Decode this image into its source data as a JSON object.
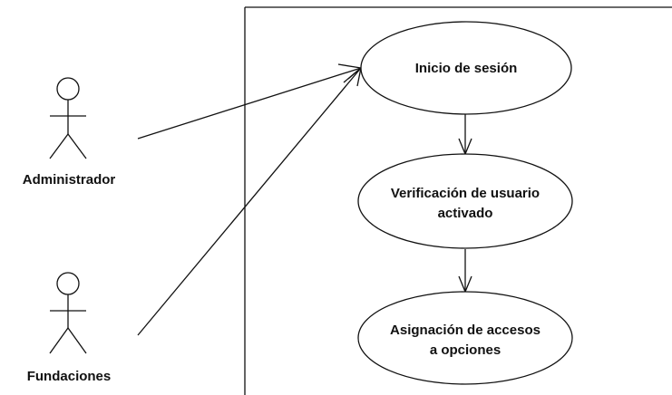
{
  "actors": [
    {
      "id": "administrador",
      "label": "Administrador"
    },
    {
      "id": "fundaciones",
      "label": "Fundaciones"
    }
  ],
  "use_cases": [
    {
      "id": "inicio",
      "lines": [
        "Inicio de sesión"
      ]
    },
    {
      "id": "verificacion",
      "lines": [
        "Verificación de usuario",
        "activado"
      ]
    },
    {
      "id": "asignacion",
      "lines": [
        "Asignación de accesos",
        "a opciones"
      ]
    }
  ],
  "relations": [
    {
      "from": "administrador",
      "to": "inicio",
      "kind": "association-arrow"
    },
    {
      "from": "fundaciones",
      "to": "inicio",
      "kind": "association-arrow"
    },
    {
      "from": "inicio",
      "to": "verificacion",
      "kind": "arrow"
    },
    {
      "from": "verificacion",
      "to": "asignacion",
      "kind": "arrow"
    }
  ]
}
